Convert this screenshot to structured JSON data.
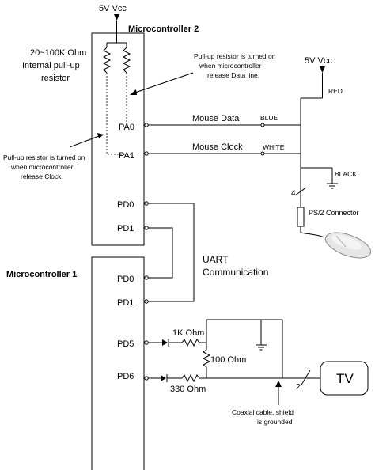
{
  "power": {
    "top_vcc": "5V Vcc",
    "right_vcc": "5V Vcc"
  },
  "mcu2": {
    "title": "Microcontroller 2",
    "pins": [
      "PA0",
      "PA1",
      "PD0",
      "PD1"
    ]
  },
  "mcu1": {
    "title": "Microcontroller 1",
    "pins": [
      "PD0",
      "PD1",
      "PD5",
      "PD6"
    ]
  },
  "pullup": {
    "line1": "20~100K Ohm",
    "line2": "Internal pull-up",
    "line3": "resistor"
  },
  "notes": {
    "data_1": "Pull-up resistor is turned on",
    "data_2": "when microcontroller",
    "data_3": "release Data line.",
    "clock_1": "Pull-up resistor is turned on",
    "clock_2": "when microcontroller",
    "clock_3": "release Clock."
  },
  "signals": {
    "mouse_data": "Mouse Data",
    "mouse_clock": "Mouse Clock",
    "uart_1": "UART",
    "uart_2": "Communication"
  },
  "wires": {
    "red": "RED",
    "blue": "BLUE",
    "white": "WHITE",
    "black": "BLACK",
    "count4": "4",
    "count2": "2"
  },
  "ps2": {
    "connector": "PS/2 Connector"
  },
  "resistors": {
    "r1k": "1K Ohm",
    "r100": "100 Ohm",
    "r330": "330 Ohm"
  },
  "coax": {
    "line1": "Coaxial cable, shield",
    "line2": "is grounded"
  },
  "tv": {
    "label": "TV"
  }
}
